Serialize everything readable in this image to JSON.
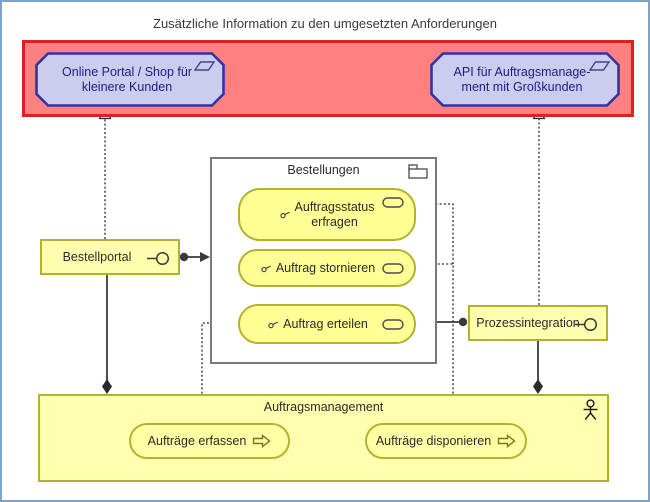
{
  "title": "Zusätzliche Information zu den umgesetzten Anforderungen",
  "colors": {
    "highlight_fill": "#ff8080",
    "highlight_border": "#e02020",
    "requirement_fill": "#ccccee",
    "requirement_border": "#3232a8",
    "requirement_text": "#1c1c86",
    "service_fill": "#ffff96",
    "component_fill": "#ffffb0",
    "yellow_border": "#b2b22e",
    "group_border": "#7a7a7a",
    "connector": "#3a3a3a",
    "canvas_border": "#7fa3c6"
  },
  "requirements_group": {
    "requirements": [
      {
        "label": "Online Portal / Shop für\nkleinere Kunden",
        "icon": "parallelogram-icon"
      },
      {
        "label": "API für Auftragsmanage-\nment mit Großkunden",
        "icon": "parallelogram-icon"
      }
    ]
  },
  "bestellungen_group": {
    "label": "Bestellungen",
    "icon": "folder-icon",
    "services": [
      {
        "label": "Auftragsstatus\nerfragen",
        "icon": "service-oval-icon"
      },
      {
        "label": "Auftrag stornieren",
        "icon": "service-oval-icon"
      },
      {
        "label": "Auftrag erteilen",
        "icon": "service-oval-icon"
      }
    ]
  },
  "components": [
    {
      "label": "Bestellportal",
      "icon": "interface-lollipop-icon"
    },
    {
      "label": "Prozessintegration",
      "icon": "interface-lollipop-icon"
    }
  ],
  "auftragsmanagement": {
    "label": "Auftragsmanagement",
    "icon": "actor-icon",
    "processes": [
      {
        "label": "Aufträge erfassen",
        "icon": "process-arrow-icon"
      },
      {
        "label": "Aufträge disponieren",
        "icon": "process-arrow-icon"
      }
    ]
  }
}
